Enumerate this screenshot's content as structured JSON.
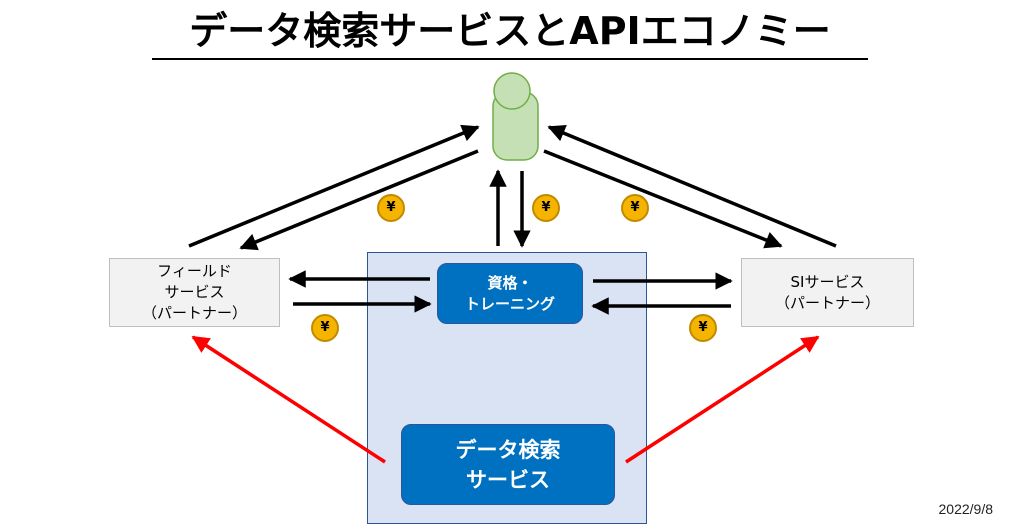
{
  "title": "データ検索サービスとAPIエコノミー",
  "nodes": {
    "training": [
      "資格・",
      "トレーニング"
    ],
    "search": [
      "データ検索",
      "サービス"
    ],
    "field_partner": [
      "フィールド",
      "サービス",
      "（パートナー）"
    ],
    "si_partner": [
      "SIサービス",
      "（パートナー）"
    ]
  },
  "coin_symbol": "¥",
  "date": "2022/9/8",
  "colors": {
    "user": "#c5e0b4",
    "panel": "#dae3f3",
    "blue_box": "#0070c0",
    "gray_box": "#f2f2f2",
    "arrow": "#000000",
    "red_arrow": "#ff0000",
    "coin": "#f4b400"
  }
}
